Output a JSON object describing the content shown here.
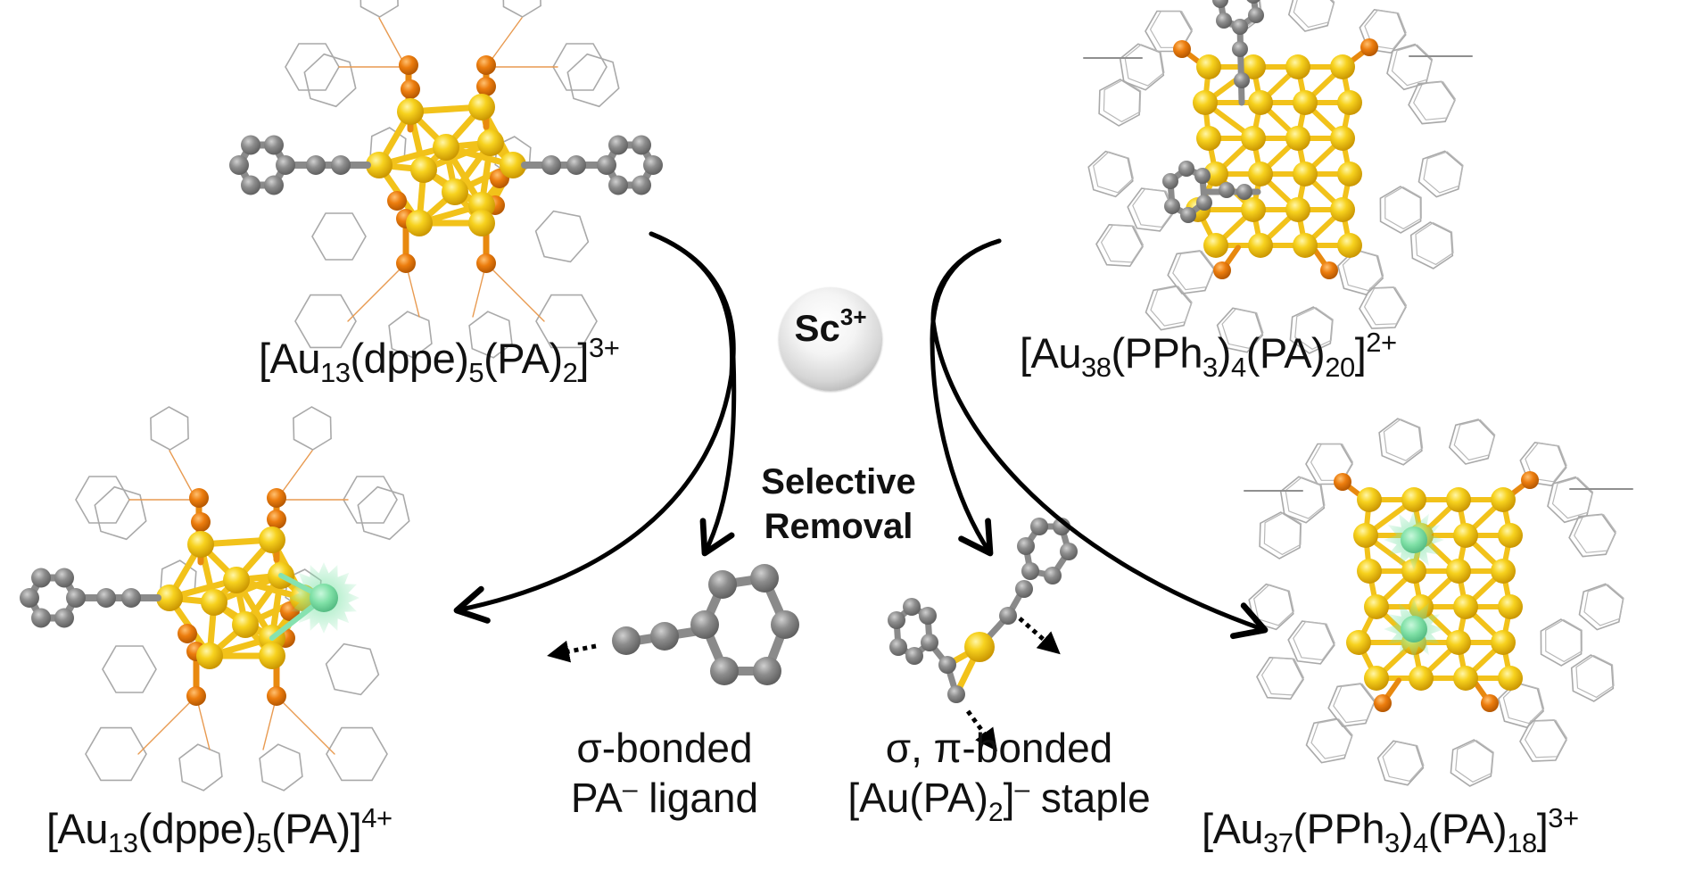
{
  "figure": {
    "type": "reaction scheme",
    "reagent": {
      "symbol": "Sc",
      "charge": "3+"
    },
    "process_label": [
      "Selective",
      "Removal"
    ],
    "colors": {
      "gold_atom": "#f5c518",
      "phosphorus_atom": "#e67a0c",
      "carbon_atom": "#8a8a8a",
      "phenyl_wireframe": "#a8a8a8",
      "scandium_glow": "#7fe3a8",
      "arrow": "#000000"
    }
  },
  "clusters": {
    "au13_reactant": {
      "parts": [
        {
          "t": "[Au"
        },
        {
          "sub": "13"
        },
        {
          "t": "(dppe)"
        },
        {
          "sub": "5"
        },
        {
          "t": "(PA)"
        },
        {
          "sub": "2"
        },
        {
          "t": "]"
        },
        {
          "sup": "3+"
        }
      ],
      "text": "[Au13(dppe)5(PA)2]3+"
    },
    "au13_product": {
      "parts": [
        {
          "t": "[Au"
        },
        {
          "sub": "13"
        },
        {
          "t": "(dppe)"
        },
        {
          "sub": "5"
        },
        {
          "t": "(PA)]"
        },
        {
          "sup": "4+"
        }
      ],
      "text": "[Au13(dppe)5(PA)]4+"
    },
    "au38_reactant": {
      "parts": [
        {
          "t": "[Au"
        },
        {
          "sub": "38"
        },
        {
          "t": "(PPh"
        },
        {
          "sub": "3"
        },
        {
          "t": ")"
        },
        {
          "sub": "4"
        },
        {
          "t": "(PA)"
        },
        {
          "sub": "20"
        },
        {
          "t": "]"
        },
        {
          "sup": "2+"
        }
      ],
      "text": "[Au38(PPh3)4(PA)20]2+"
    },
    "au37_product": {
      "parts": [
        {
          "t": "[Au"
        },
        {
          "sub": "37"
        },
        {
          "t": "(PPh"
        },
        {
          "sub": "3"
        },
        {
          "t": ")"
        },
        {
          "sub": "4"
        },
        {
          "t": "(PA)"
        },
        {
          "sub": "18"
        },
        {
          "t": "]"
        },
        {
          "sup": "3+"
        }
      ],
      "text": "[Au37(PPh3)4(PA)18]3+"
    }
  },
  "removed_fragments": {
    "sigma_ligand": {
      "line1": "σ-bonded",
      "line2_main": "PA",
      "line2_sup": "–",
      "line2_rest": " ligand"
    },
    "staple": {
      "line1": "σ, π-bonded",
      "line2_a": "[Au(PA)",
      "line2_sub": "2",
      "line2_b": "]",
      "line2_sup": "–",
      "line2_rest": " staple"
    }
  }
}
